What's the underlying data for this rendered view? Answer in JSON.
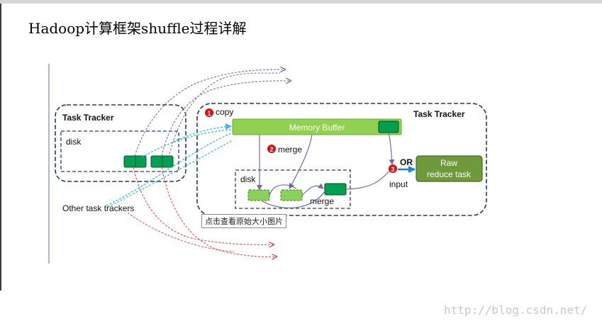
{
  "title": "Hadoop计算框架shuffle过程详解",
  "diagram": {
    "left_tracker_label": "Task Tracker",
    "right_tracker_label": "Task Tracker",
    "left_disk_label": "disk",
    "right_disk_label": "disk",
    "memory_buffer_label": "Memory Buffer",
    "step1_number": "1",
    "step1_label": "copy",
    "step2_number": "2",
    "step2_label": "merge",
    "step3_number": "3",
    "step3_label": "input",
    "merge_label": "merge",
    "or_label": "OR",
    "raw_reduce_line1": "Raw",
    "raw_reduce_line2": "reduce task",
    "other_trackers_label": "Other task trackers",
    "colors": {
      "tracker_border": "#2a3a5a",
      "green_bar": "#92d050",
      "dark_green": "#00a050",
      "light_green": "#8ad05a",
      "raw_reduce_fill": "#6e9a3c",
      "step_badge": "#e01010",
      "purple_arrow": "#7a6aa8",
      "red_arrow": "#e05050",
      "blue_arrow": "#1e7fd0",
      "cyan_arrow": "#40b8d8"
    }
  },
  "tooltip": "点击查看原始大小图片",
  "watermark": "http://blog.csdn.net/"
}
